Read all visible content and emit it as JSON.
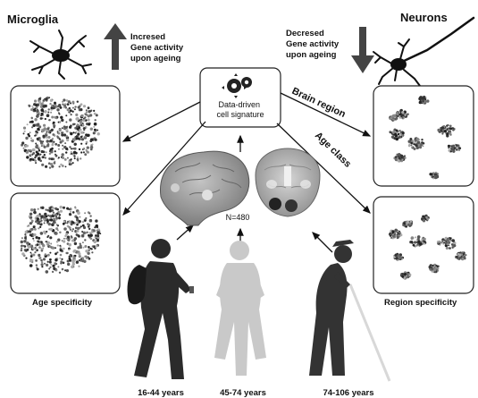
{
  "microglia": {
    "title": "Microglia",
    "label_lines": [
      "Incresed",
      "Gene activity",
      "upon ageing"
    ]
  },
  "neurons": {
    "title": "Neurons",
    "label_lines": [
      "Decresed",
      "Gene activity",
      "upon ageing"
    ]
  },
  "center": {
    "label_lines": [
      "Data-driven",
      "cell signature"
    ],
    "icon": "gears-icon"
  },
  "arrows": {
    "brain_region": "Brain region",
    "age_class": "Age class"
  },
  "sample_count": "N=480",
  "captions": {
    "age_specificity": "Age specificity",
    "region_specificity": "Region specificity"
  },
  "age_groups": [
    "16-44 years",
    "45-74 years",
    "74-106 years"
  ],
  "colors": {
    "increase_arrow": "#444444",
    "decrease_arrow": "#444444",
    "young_silhouette": "#2b2b2b",
    "middle_silhouette": "#c9c9c9",
    "old_silhouette": "#333333",
    "brain": "#9a9a9a"
  }
}
